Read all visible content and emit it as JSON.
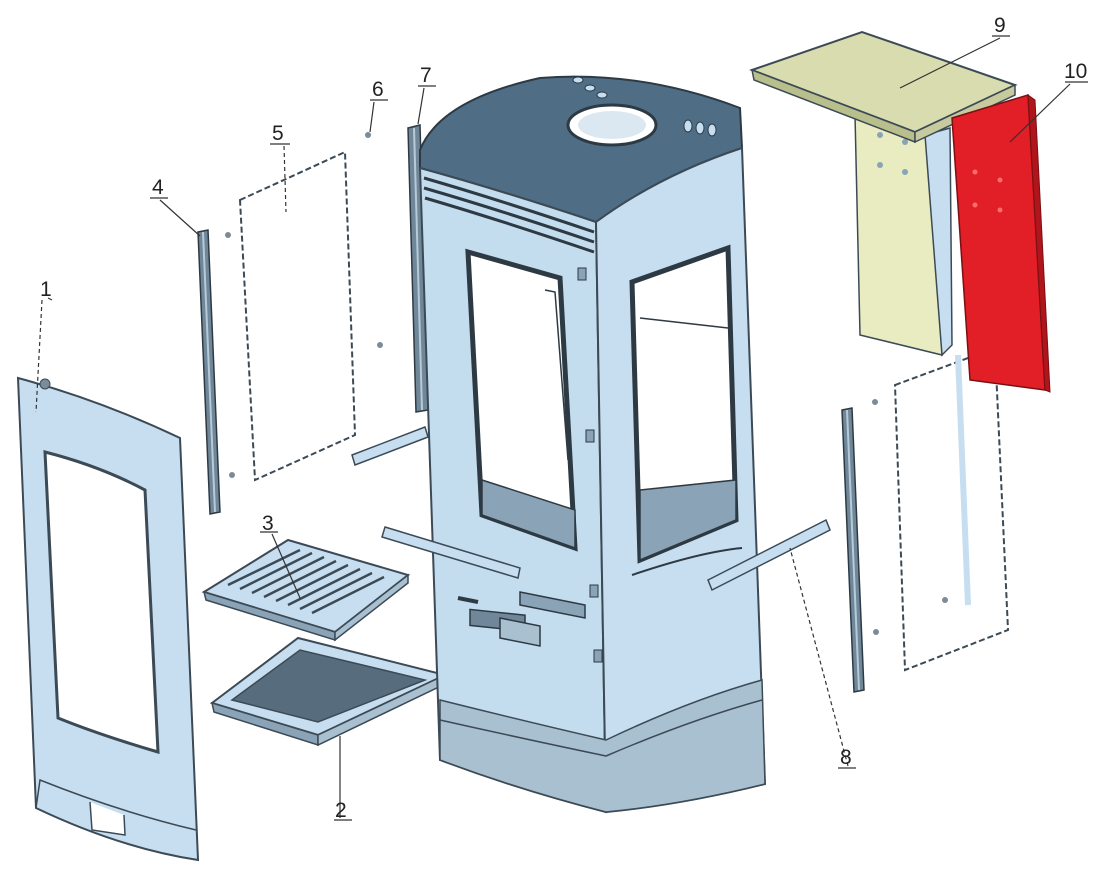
{
  "colors": {
    "part_fill": "#c3dcee",
    "part_stroke": "#3c4a56",
    "top_dark": "#4f6e86",
    "panel_yellow": "#e9ecc0",
    "top_plate": "#d8dcae",
    "panel_red": "#e21e26",
    "label_text": "#222222"
  },
  "labels": [
    {
      "id": "1",
      "text": "1"
    },
    {
      "id": "2",
      "text": "2"
    },
    {
      "id": "3",
      "text": "3"
    },
    {
      "id": "4",
      "text": "4"
    },
    {
      "id": "5",
      "text": "5"
    },
    {
      "id": "6",
      "text": "6"
    },
    {
      "id": "7",
      "text": "7"
    },
    {
      "id": "8",
      "text": "8"
    },
    {
      "id": "9",
      "text": "9"
    },
    {
      "id": "10",
      "text": "10"
    }
  ]
}
